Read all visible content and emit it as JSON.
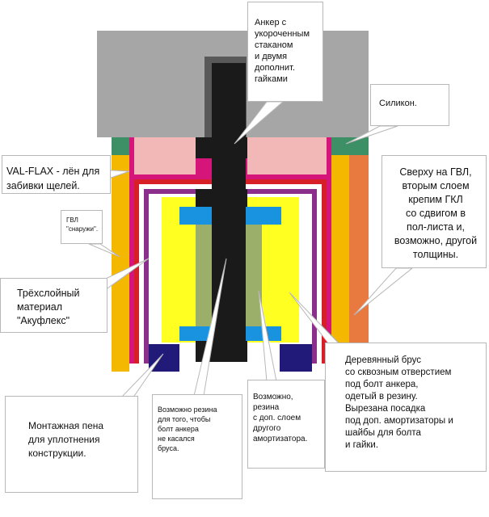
{
  "labels": {
    "anchor": "Анкер с\nукороченным\n стаканом\nи двумя\nдополнит.\n гайками",
    "silicone": "Силикон.",
    "valflax": "VAL-FLAX - лён для\nзабивки щелей.",
    "gvl_outside": "ГВЛ\n\"снаружи\".",
    "akuflex": "Трёхслойный\nматериал\n\"Акуфлекс\"",
    "gkl": "Сверху на ГВЛ,\n вторым слоем\nкрепим ГКЛ\nсо сдвигом в\nпол-листа и,\nвозможно, другой\n толщины.",
    "beam": "Деревянный брус\nсо сквозным отверстием\nпод болт анкера,\nодетый в резину.\nВырезана посадка\nпод доп. амортизаторы и\n шайбы для болта\nи гайки.",
    "foam": "Монтажная пена\nдля уплотнения\n конструкции.",
    "rubber_bolt": "Возможно резина\nдля того, чтобы\nболт анкера\nне касался\nбруса.",
    "rubber_extra": "Возможно,\n резина\nс доп. слоем\nдругого\nамортизатора."
  },
  "colors": {
    "ceiling": "#a6a6a6",
    "anchor": "#1a1a1a",
    "anchor_shadow": "#595959",
    "silicone": "#3d8f66",
    "valflax": "#f2b8b8",
    "gvl": "#f5b800",
    "gkl": "#e87a40",
    "akuflex_magenta": "#d6157a",
    "akuflex_red": "#d61f26",
    "akuflex_purple": "#8c2f8c",
    "beam": "#ffff22",
    "rubber": "#9bae6a",
    "washer": "#1992e0",
    "foam": "#211a78",
    "callout_border": "#b8b8b8"
  }
}
